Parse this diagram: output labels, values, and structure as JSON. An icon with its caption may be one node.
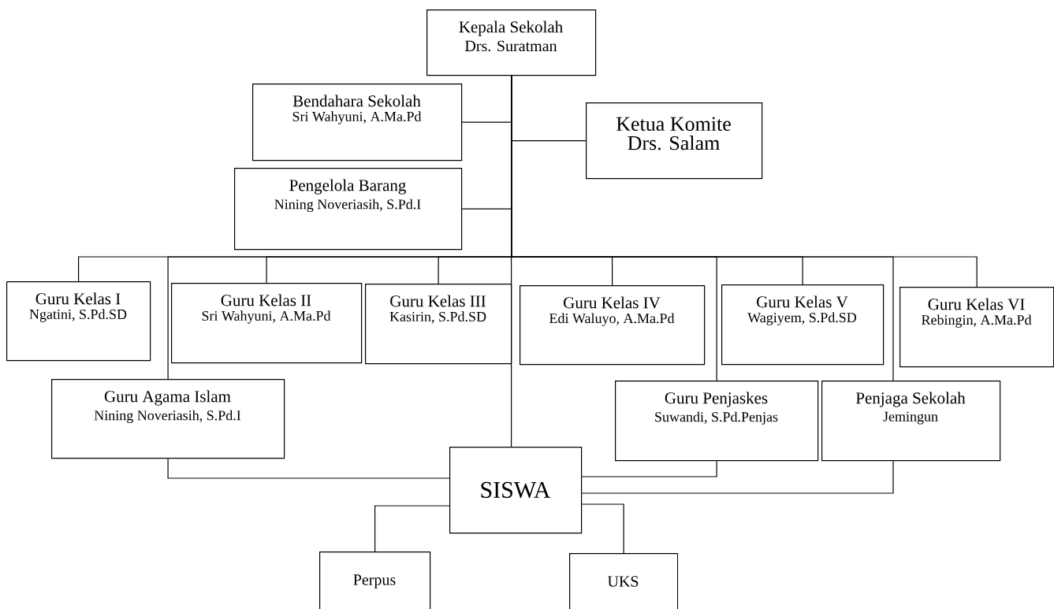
{
  "diagram": {
    "nodes": [
      {
        "text": [
          "Kepala Sekolah",
          "Drs. Suratman"
        ]
      },
      {
        "text": [
          "Bendahara Sekolah",
          "Sri Wahyuni, A.Ma.Pd"
        ]
      },
      {
        "text": [
          "Ketua Komite",
          "Drs. Salam"
        ]
      },
      {
        "text": [
          "Pengelola Barang",
          "Nining Noveriasih, S.Pd.I"
        ]
      },
      {
        "text": [
          "Guru Kelas I",
          "Ngatini, S.Pd.SD"
        ]
      },
      {
        "text": [
          "Guru Kelas II",
          "Sri Wahyuni, A.Ma.Pd"
        ]
      },
      {
        "text": [
          "Guru Kelas III",
          "Kasirin, S.Pd.SD"
        ]
      },
      {
        "text": [
          "Guru Kelas IV",
          "Edi Waluyo, A.Ma.Pd"
        ]
      },
      {
        "text": [
          "Guru Kelas V",
          "Wagiyem, S.Pd.SD"
        ]
      },
      {
        "text": [
          "Guru Kelas VI",
          "Rebingin, A.Ma.Pd"
        ]
      },
      {
        "text": [
          "Guru Agama Islam",
          "Nining Noveriasih, S.Pd.I"
        ]
      },
      {
        "text": [
          "Guru Penjaskes",
          "Suwandi, S.Pd.Penjas"
        ]
      },
      {
        "text": [
          "Penjaga Sekolah",
          "Jemingun"
        ]
      },
      {
        "text": [
          "SISWA"
        ]
      },
      {
        "text": [
          "Perpus"
        ]
      },
      {
        "text": [
          "UKS"
        ]
      }
    ],
    "edges": [
      {
        "from": 0,
        "to": 1,
        "arrow": "none"
      },
      {
        "from": 0,
        "to": 2,
        "arrow": "none"
      },
      {
        "from": 0,
        "to": 3,
        "arrow": "none"
      },
      {
        "from": 0,
        "to": 4,
        "arrow": "none"
      },
      {
        "from": 0,
        "to": 5,
        "arrow": "none"
      },
      {
        "from": 0,
        "to": 6,
        "arrow": "none"
      },
      {
        "from": 0,
        "to": 7,
        "arrow": "none"
      },
      {
        "from": 0,
        "to": 8,
        "arrow": "none"
      },
      {
        "from": 0,
        "to": 9,
        "arrow": "none"
      },
      {
        "from": 0,
        "to": 10,
        "arrow": "none"
      },
      {
        "from": 0,
        "to": 11,
        "arrow": "none"
      },
      {
        "from": 0,
        "to": 12,
        "arrow": "none"
      },
      {
        "from": 0,
        "to": 13,
        "arrow": "none"
      },
      {
        "from": 10,
        "to": 13,
        "arrow": "none"
      },
      {
        "from": 11,
        "to": 13,
        "arrow": "none"
      },
      {
        "from": 12,
        "to": 13,
        "arrow": "none"
      },
      {
        "from": 13,
        "to": 14,
        "arrow": "none"
      },
      {
        "from": 13,
        "to": 15,
        "arrow": "none"
      }
    ]
  }
}
